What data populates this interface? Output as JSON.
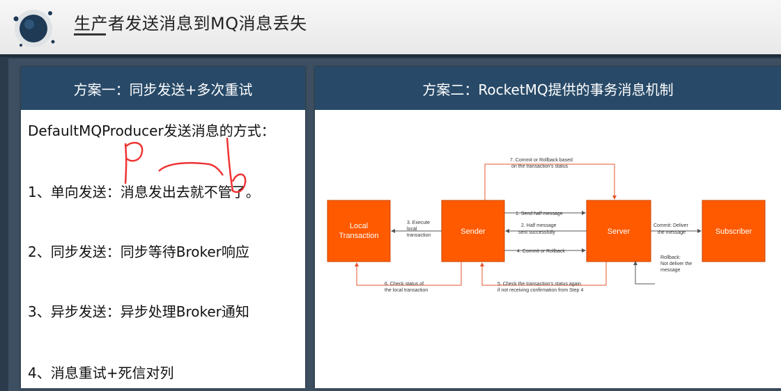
{
  "slide": {
    "title": "生产者发送消息到MQ消息丢失"
  },
  "left_panel": {
    "heading": "方案一：同步发送+多次重试",
    "lines": [
      "DefaultMQProducer发送消息的方式：",
      "1、单向发送：消息发出去就不管了。",
      "2、同步发送：同步等待Broker响应",
      "3、异步发送：异步处理Broker通知",
      "4、消息重试+死信对列"
    ],
    "annotation": "p - b"
  },
  "right_panel": {
    "heading": "方案二：RocketMQ提供的事务消息机制",
    "diagram": {
      "boxes": {
        "local_transaction": [
          "Local",
          "Transaction"
        ],
        "sender": "Sender",
        "server": "Server",
        "subscriber": "Subscriber"
      },
      "steps": {
        "step1": "1. Send half message",
        "step2": [
          "2. Half message",
          "sent successfully"
        ],
        "step3": [
          "3. Execute",
          "local",
          "transaction"
        ],
        "step4": "4. Commit or Rollback",
        "step5": [
          "5. Check the transaction's status again",
          "if not receiving confirmation from Step 4"
        ],
        "step6": [
          "6. Check status of",
          "the local transaction"
        ],
        "step7": [
          "7. Commit or Rollback based",
          "on the transaction's status"
        ],
        "commit_deliver": [
          "Commit: Deliver",
          "the message"
        ],
        "rollback": [
          "Rollback:",
          "Not deliver the",
          "message"
        ]
      },
      "box_color": "#ff5a00"
    }
  }
}
